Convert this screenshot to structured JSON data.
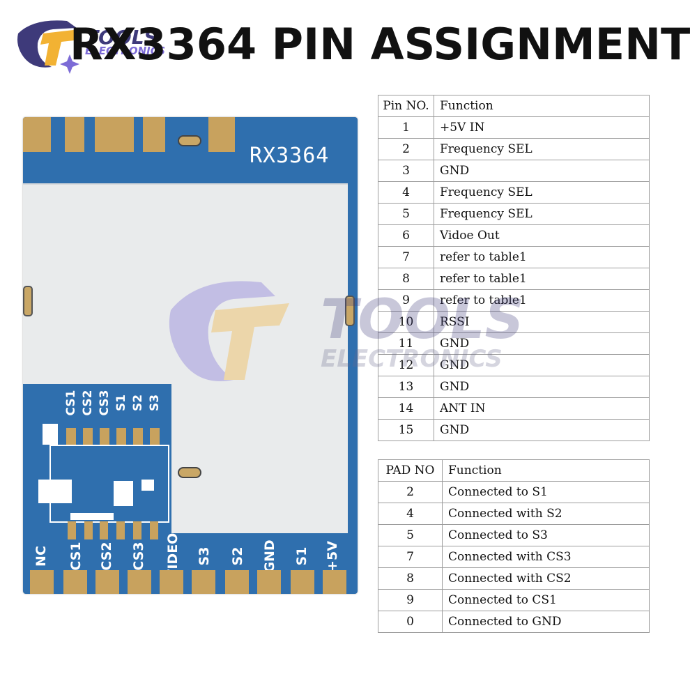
{
  "header": {
    "title": "RX3364 PIN ASSIGNMENT",
    "logo_text_1": "TOOLS",
    "logo_text_2": "ELECTRONICS",
    "brand_color": "#3e3a7a",
    "accent_color": "#f2b233"
  },
  "board": {
    "model_label": "RX3364",
    "pcb_color": "#2f6fae",
    "pad_color": "#c8a25e",
    "top_labels": [
      "CS1",
      "CS2",
      "CS3",
      "S1",
      "S2",
      "S3"
    ],
    "bottom_labels": [
      "NC",
      "CS1",
      "CS2",
      "CS3",
      "VIDEO",
      "S3",
      "S2",
      "GND",
      "S1",
      "+5V"
    ]
  },
  "watermark": {
    "line1": "TOOLS",
    "line2": "ELECTRONICS"
  },
  "pin_table": {
    "headers": [
      "Pin NO.",
      "Function"
    ],
    "rows": [
      {
        "no": "1",
        "fn": "+5V IN"
      },
      {
        "no": "2",
        "fn": "Frequency SEL"
      },
      {
        "no": "3",
        "fn": "GND"
      },
      {
        "no": "4",
        "fn": "Frequency SEL"
      },
      {
        "no": "5",
        "fn": "Frequency SEL"
      },
      {
        "no": "6",
        "fn": "Vidoe Out"
      },
      {
        "no": "7",
        "fn": "refer to  table1"
      },
      {
        "no": "8",
        "fn": "refer to  table1"
      },
      {
        "no": "9",
        "fn": "refer to  table1"
      },
      {
        "no": "10",
        "fn": "RSSI"
      },
      {
        "no": "11",
        "fn": "GND"
      },
      {
        "no": "12",
        "fn": "GND"
      },
      {
        "no": "13",
        "fn": "GND"
      },
      {
        "no": "14",
        "fn": "ANT IN"
      },
      {
        "no": "15",
        "fn": "GND"
      }
    ]
  },
  "pad_table": {
    "headers": [
      "PAD NO",
      "Function"
    ],
    "rows": [
      {
        "no": "2",
        "fn": "Connected to S1"
      },
      {
        "no": "4",
        "fn": "Connected with S2"
      },
      {
        "no": "5",
        "fn": "Connected to S3"
      },
      {
        "no": "7",
        "fn": "Connected with CS3"
      },
      {
        "no": "8",
        "fn": "Connected with CS2"
      },
      {
        "no": "9",
        "fn": "Connected to CS1"
      },
      {
        "no": "0",
        "fn": "Connected to GND"
      }
    ]
  }
}
